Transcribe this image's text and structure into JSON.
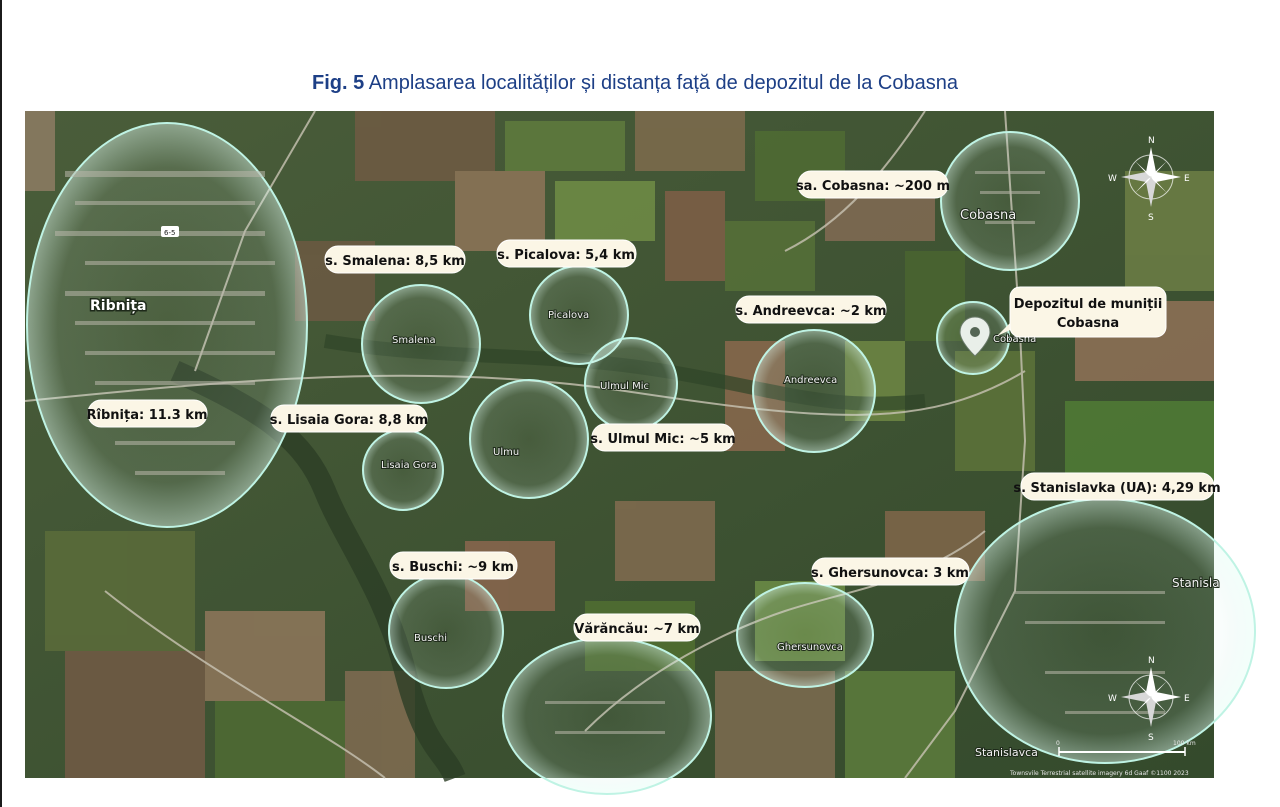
{
  "caption": {
    "number": "Fig. 5",
    "text": " Amplasarea localităților și distanța față de depozitul de la Cobasna"
  },
  "map": {
    "town_labels": [
      "Ribnița",
      "Cobasna",
      "Stanisla",
      "Stanislavca"
    ],
    "village_labels": [
      "Smalena",
      "Picalova",
      "Ulmul Mic",
      "Andreevca",
      "Ulmu",
      "Lisaia Gora",
      "Buschi",
      "Ghersunovca",
      "Cobasna"
    ],
    "road_label": "6-5",
    "depot_label": {
      "line1": "Depozitul de muniții",
      "line2": "Cobasna"
    },
    "callouts": [
      "sa. Cobasna: ~200 m",
      "s. Smalena: 8,5 km",
      "s. Picalova: 5,4 km",
      "s. Andreevca: ~2 km",
      "Rîbnița: 11.3 km",
      "s. Lisaia Gora: 8,8 km",
      "s. Ulmul Mic: ~5 km",
      "s. Stanislavka (UA): 4,29 km",
      "s. Buschi: ~9 km",
      "s. Ghersunovca: 3 km",
      "Vărăncău: ~7 km"
    ],
    "compass_letters": {
      "n": "N",
      "s": "S",
      "e": "E",
      "w": "W"
    },
    "scale": {
      "start": "0",
      "end": "100 km"
    },
    "attribution": "Townsvile Terrestrial satellite imagery 6d Gaaf ©1100 2023",
    "colors": {
      "halo": "#bff3e4",
      "callout_bg": "#fbf6e6",
      "caption": "#1d3f86"
    }
  }
}
